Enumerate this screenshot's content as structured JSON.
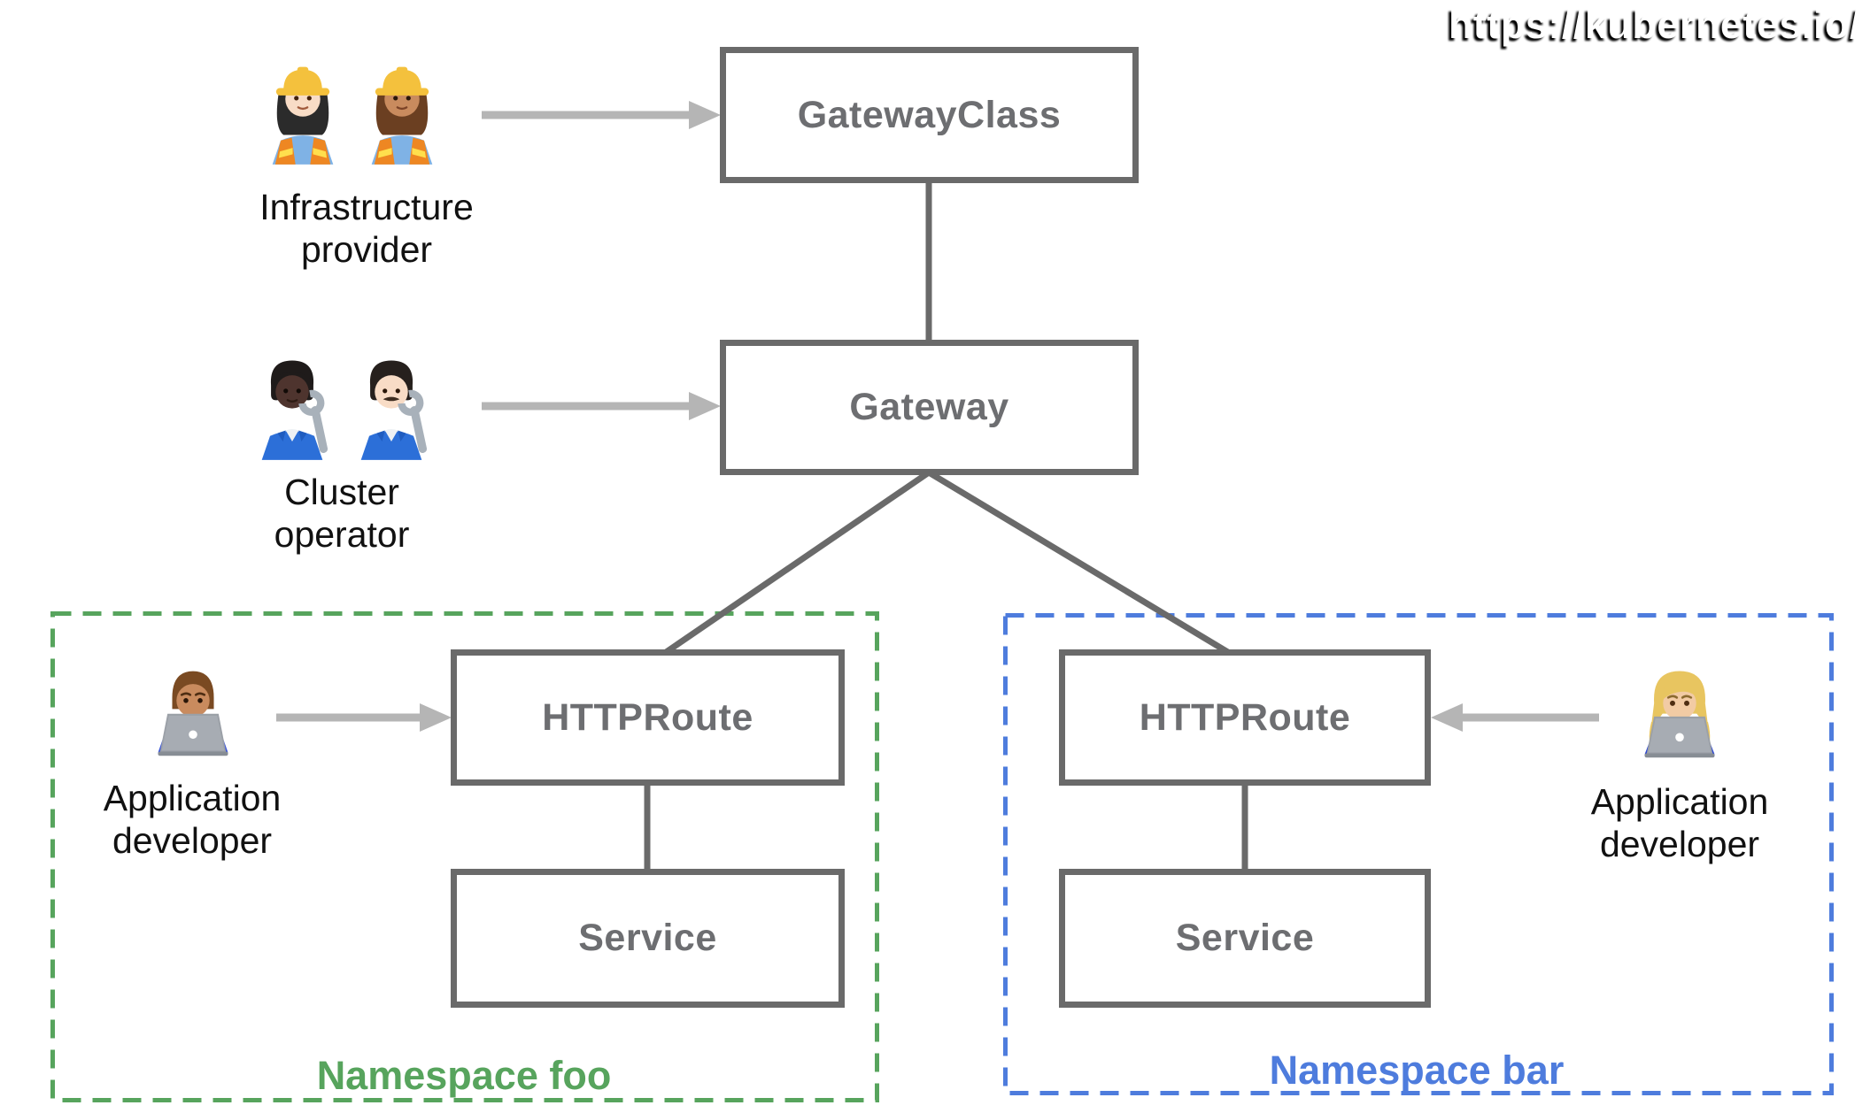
{
  "watermark": {
    "url_text": "https://kubernetes.io/"
  },
  "nodes": {
    "gateway_class": {
      "label": "GatewayClass"
    },
    "gateway": {
      "label": "Gateway"
    },
    "httproute_foo": {
      "label": "HTTPRoute"
    },
    "service_foo": {
      "label": "Service"
    },
    "httproute_bar": {
      "label": "HTTPRoute"
    },
    "service_bar": {
      "label": "Service"
    }
  },
  "namespaces": {
    "foo": {
      "label": "Namespace foo",
      "color": "#57a45d"
    },
    "bar": {
      "label": "Namespace bar",
      "color": "#4e7cdd"
    }
  },
  "personas": {
    "infrastructure_provider": {
      "line1": "Infrastructure",
      "line2": "provider",
      "icon": "👷🏻‍♀️👷🏽‍♀️"
    },
    "cluster_operator": {
      "line1": "Cluster",
      "line2": "operator",
      "icon": "🧑🏿‍🔧👨🏻‍🔧"
    },
    "application_developer_foo": {
      "line1": "Application",
      "line2": "developer",
      "icon": "👨🏽‍💻"
    },
    "application_developer_bar": {
      "line1": "Application",
      "line2": "developer",
      "icon": "👩🏼‍💻"
    }
  },
  "edges": [
    {
      "from": "GatewayClass",
      "to": "Gateway",
      "type": "line"
    },
    {
      "from": "Gateway",
      "to": "HTTPRoute (Namespace foo)",
      "type": "line"
    },
    {
      "from": "Gateway",
      "to": "HTTPRoute (Namespace bar)",
      "type": "line"
    },
    {
      "from": "HTTPRoute (Namespace foo)",
      "to": "Service (Namespace foo)",
      "type": "line"
    },
    {
      "from": "HTTPRoute (Namespace bar)",
      "to": "Service (Namespace bar)",
      "type": "line"
    },
    {
      "from": "Infrastructure provider",
      "to": "GatewayClass",
      "type": "arrow"
    },
    {
      "from": "Cluster operator",
      "to": "Gateway",
      "type": "arrow"
    },
    {
      "from": "Application developer (foo)",
      "to": "HTTPRoute (Namespace foo)",
      "type": "arrow"
    },
    {
      "from": "Application developer (bar)",
      "to": "HTTPRoute (Namespace bar)",
      "type": "arrow"
    }
  ],
  "colors": {
    "node_border": "#6a6a6a",
    "node_text": "#6d6e71",
    "connector": "#6a6a6a",
    "arrow": "#b5b5b5",
    "namespace_foo": "#57a45d",
    "namespace_bar": "#4e7cdd",
    "label_text": "#111111",
    "background": "#ffffff"
  }
}
